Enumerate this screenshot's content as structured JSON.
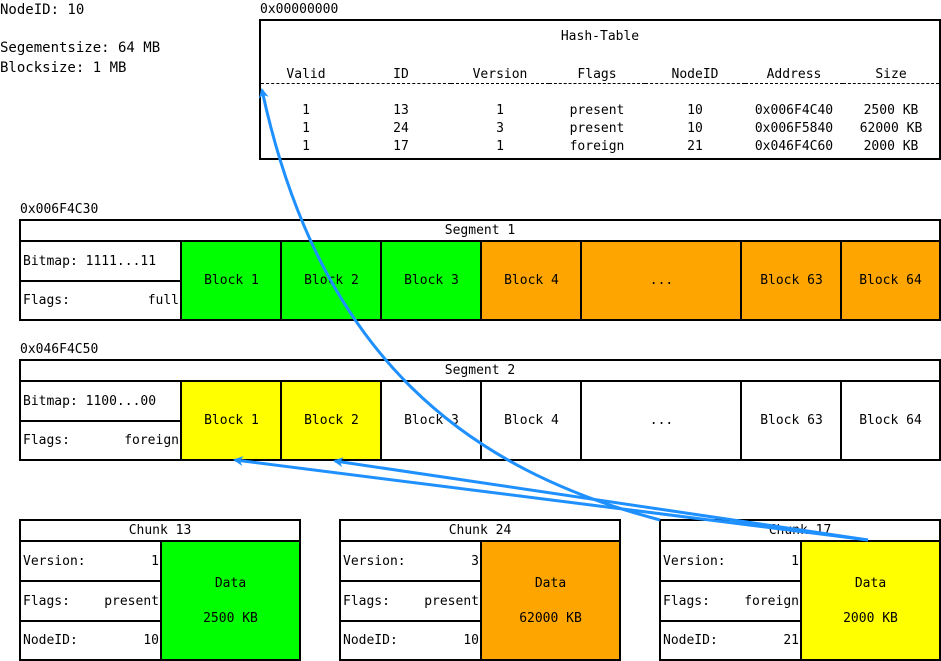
{
  "node": {
    "id_label": "NodeID: 10",
    "segmentsize": "Segementsize: 64 MB",
    "blocksize": "Blocksize: 1 MB"
  },
  "hashtable": {
    "address": "0x00000000",
    "title": "Hash-Table",
    "headers": [
      "Valid",
      "ID",
      "Version",
      "Flags",
      "NodeID",
      "Address",
      "Size"
    ],
    "rows": [
      [
        "1",
        "13",
        "1",
        "present",
        "10",
        "0x006F4C40",
        "2500 KB"
      ],
      [
        "1",
        "24",
        "3",
        "present",
        "10",
        "0x006F5840",
        "62000 KB"
      ],
      [
        "1",
        "17",
        "1",
        "foreign",
        "21",
        "0x046F4C60",
        "2000 KB"
      ]
    ]
  },
  "segment1": {
    "address": "0x006F4C30",
    "title": "Segment 1",
    "bitmap": "Bitmap: 1111...11",
    "flags_key": "Flags:",
    "flags_val": "full",
    "blocks": [
      "Block 1",
      "Block 2",
      "Block 3",
      "Block 4",
      "...",
      "Block 63",
      "Block 64"
    ]
  },
  "segment2": {
    "address": "0x046F4C50",
    "title": "Segment 2",
    "bitmap": "Bitmap: 1100...00",
    "flags_key": "Flags:",
    "flags_val": "foreign",
    "blocks": [
      "Block 1",
      "Block 2",
      "Block 3",
      "Block 4",
      "...",
      "Block 63",
      "Block 64"
    ]
  },
  "chunks": [
    {
      "title": "Chunk 13",
      "version_key": "Version:",
      "version": "1",
      "flags_key": "Flags:",
      "flags": "present",
      "nodeid_key": "NodeID:",
      "nodeid": "10",
      "data": "Data",
      "size": "2500 KB",
      "color": "#00ff00"
    },
    {
      "title": "Chunk 24",
      "version_key": "Version:",
      "version": "3",
      "flags_key": "Flags:",
      "flags": "present",
      "nodeid_key": "NodeID:",
      "nodeid": "10",
      "data": "Data",
      "size": "62000 KB",
      "color": "#ffa500"
    },
    {
      "title": "Chunk 17",
      "version_key": "Version:",
      "version": "1",
      "flags_key": "Flags:",
      "flags": "foreign",
      "nodeid_key": "NodeID:",
      "nodeid": "21",
      "data": "Data",
      "size": "2000 KB",
      "color": "#ffff00"
    }
  ],
  "colors": {
    "arrow": "#1e90ff",
    "present": "#00ff00",
    "used": "#ffa500",
    "foreign": "#ffff00"
  }
}
